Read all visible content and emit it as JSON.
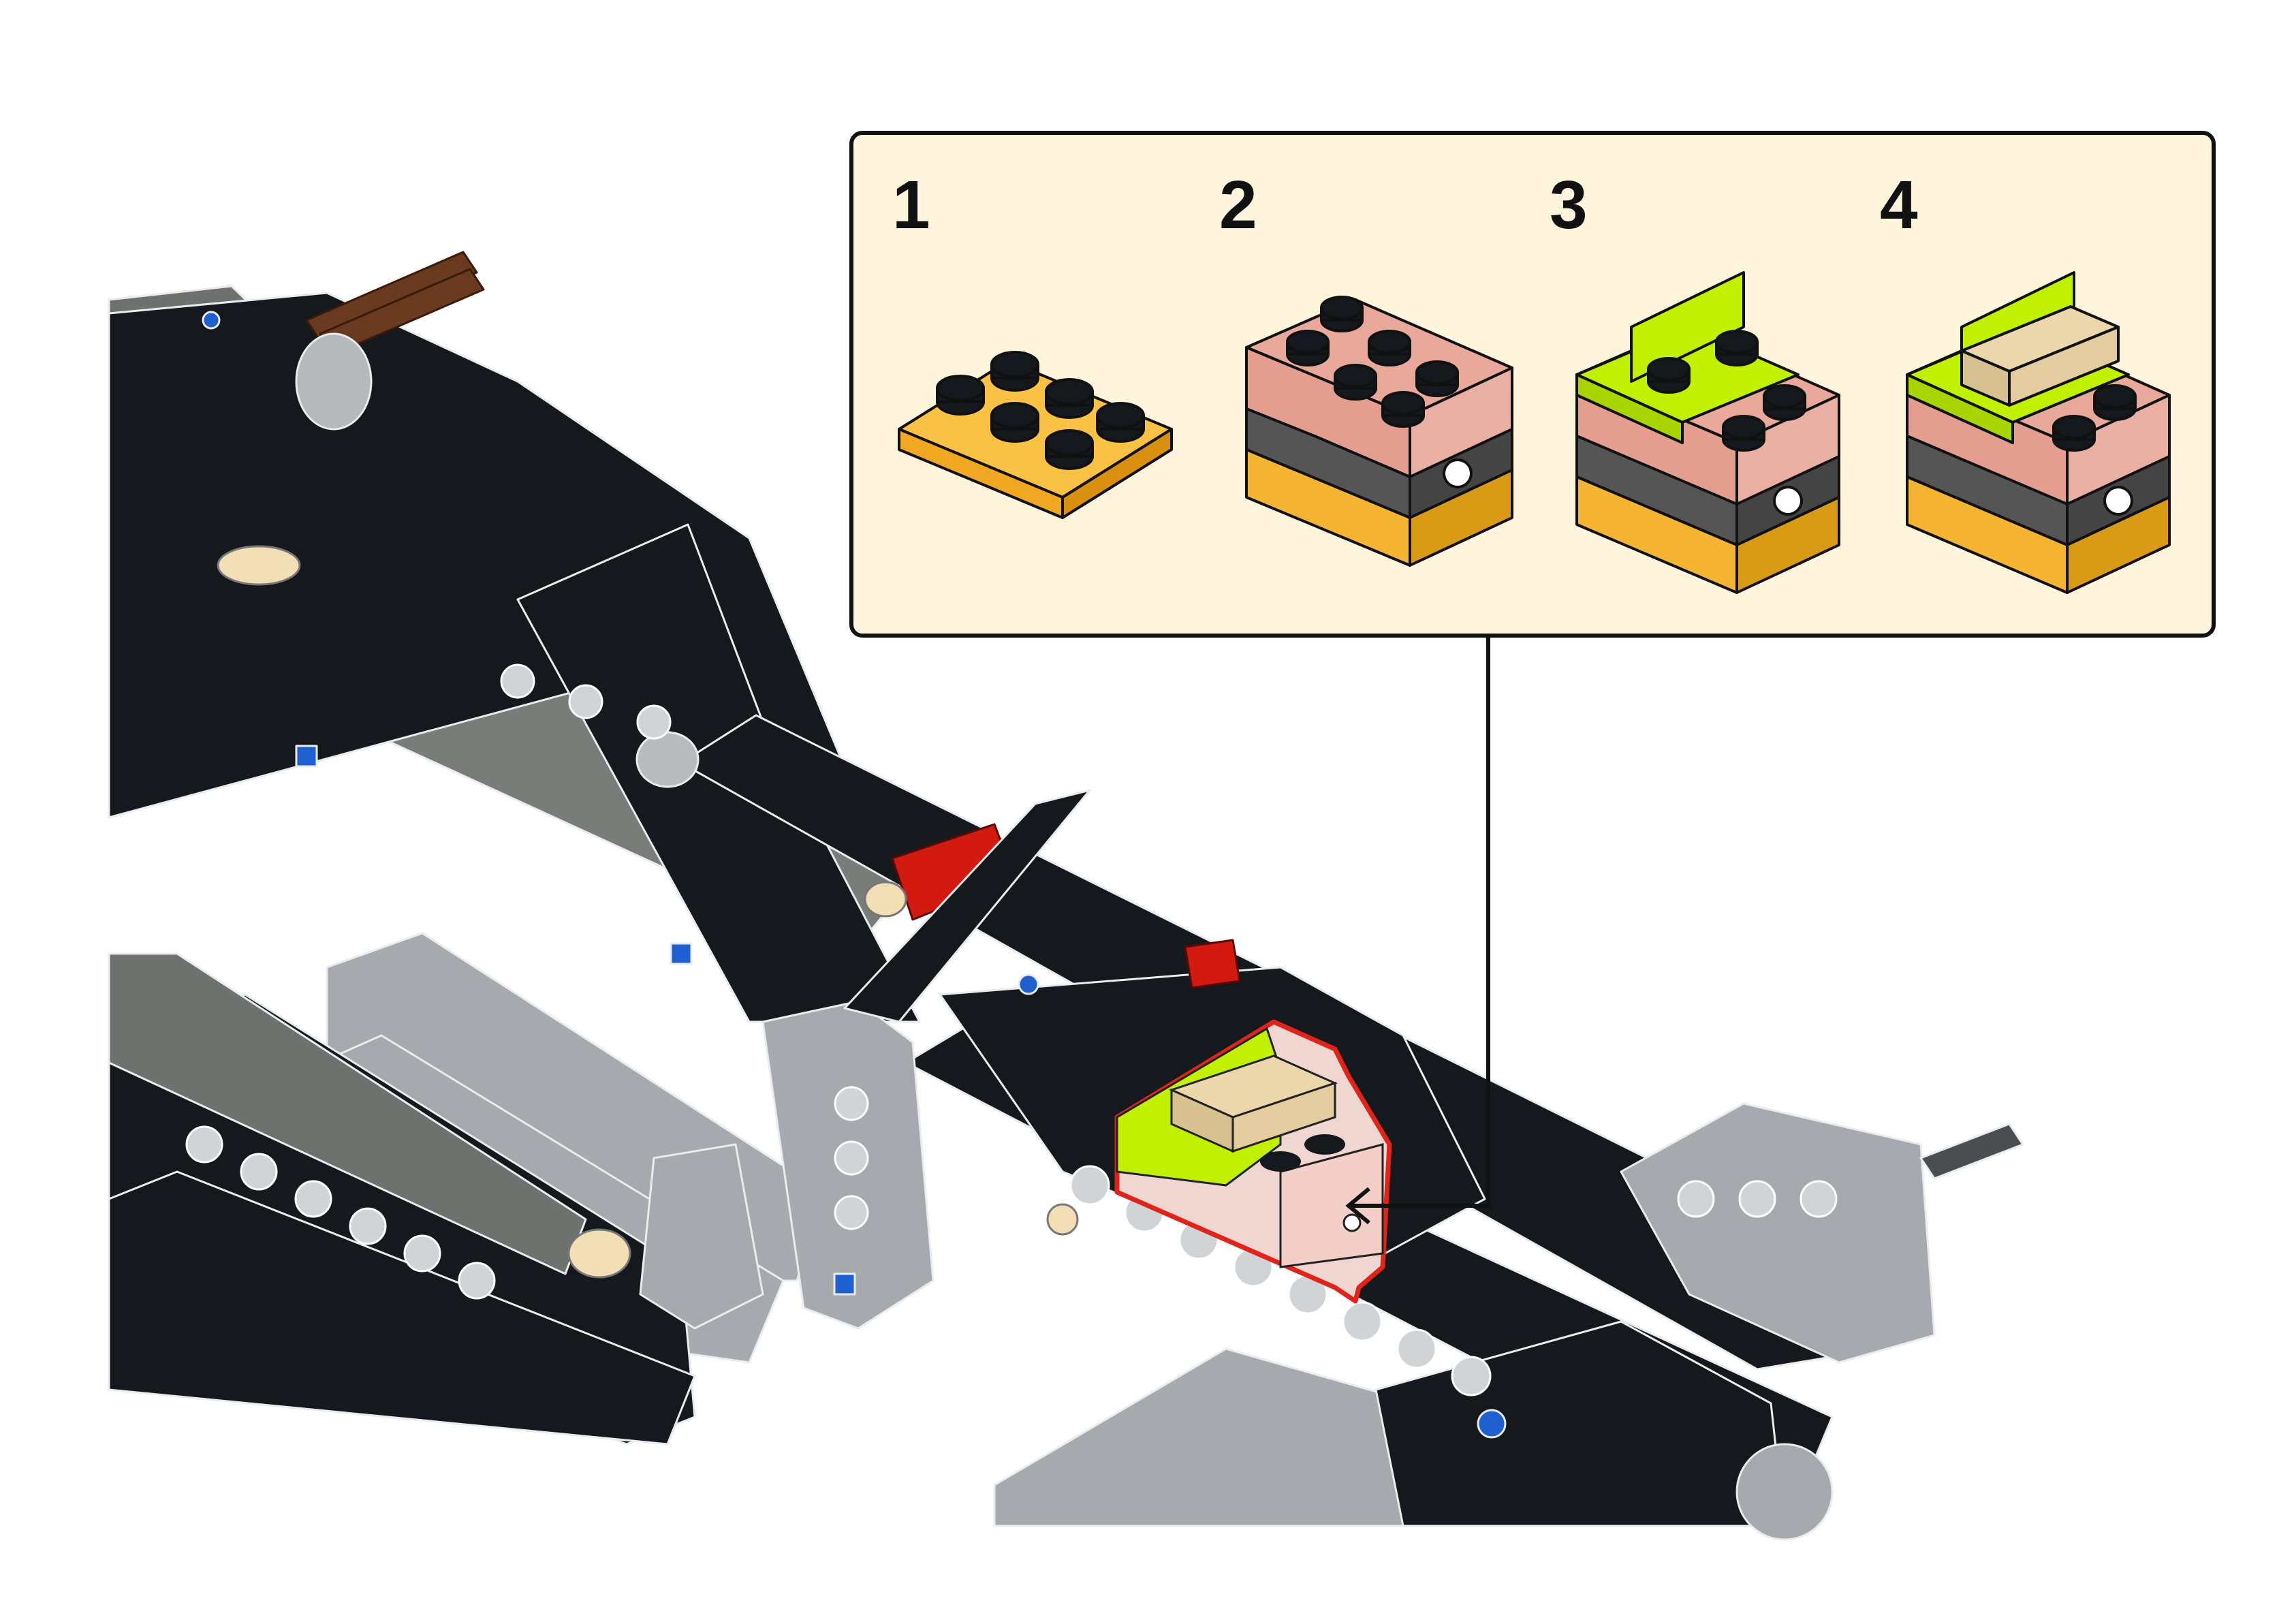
{
  "callout": {
    "background_color": "#fff4dc",
    "border_color": "#111111",
    "steps": [
      {
        "number": "1",
        "icon": "orange-2x3-plate-icon"
      },
      {
        "number": "2",
        "icon": "pink-brick-with-holes-icon"
      },
      {
        "number": "3",
        "icon": "lime-slope-added-icon"
      },
      {
        "number": "4",
        "icon": "tan-tile-added-icon"
      }
    ]
  },
  "colors": {
    "beam_black": "#15191d",
    "beam_gray": "#a6aaae",
    "beam_dark_gray": "#6f716e",
    "axle_brown": "#6a3a20",
    "pin_red": "#d21a10",
    "pin_blue": "#1f5fd0",
    "pin_tan": "#f3dfb5",
    "brick_orange": "#f5b431",
    "brick_pink": "#e5a596",
    "slope_lime": "#c1f000",
    "tile_tan": "#ecd6ab",
    "highlight_red": "#e0241a"
  }
}
